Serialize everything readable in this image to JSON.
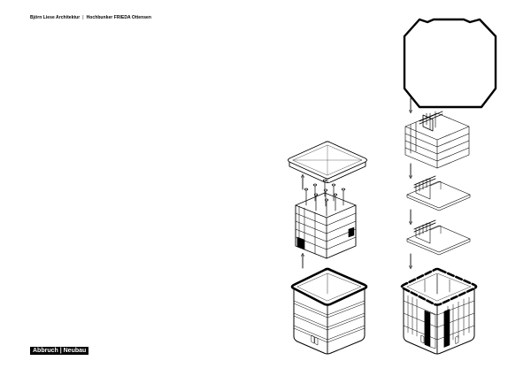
{
  "header": {
    "architect": "Björn Liese Architektur",
    "separator": "|",
    "project": "Hochbunker FRIEDA Ottensen"
  },
  "label": "Abbruch | Neubau",
  "colors": {
    "ink": "#000000",
    "paper": "#ffffff",
    "label_bg": "#000000",
    "label_text": "#ffffff"
  }
}
